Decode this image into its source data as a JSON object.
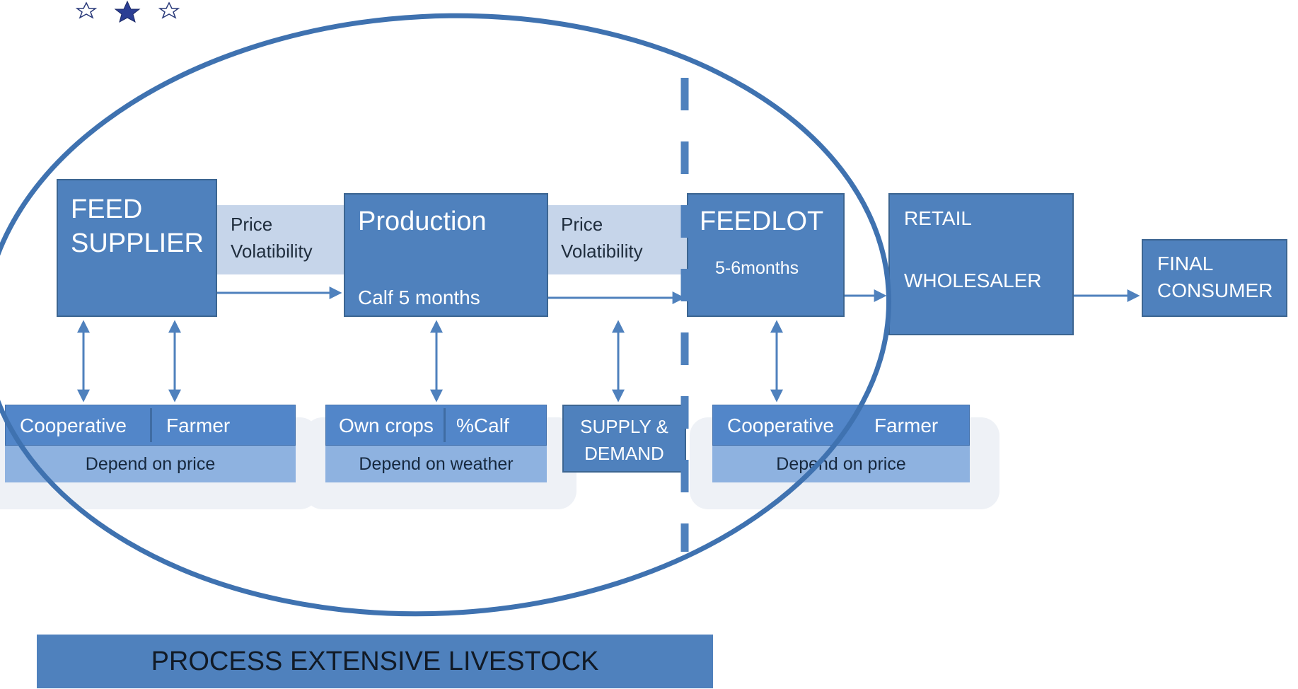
{
  "boxes": {
    "feed_supplier": "FEED\nSUPPLIER",
    "production": {
      "title": "Production",
      "subtitle": "Calf 5 months"
    },
    "feedlot": {
      "title": "FEEDLOT",
      "subtitle": "5-6months"
    },
    "retail": {
      "line1": "RETAIL",
      "line2": "WHOLESALER"
    },
    "final_consumer": "FINAL\nCONSUMER"
  },
  "price_bands": [
    "Price\nVolatibility",
    "Price\nVolatibility"
  ],
  "groups": {
    "feed_supplier": {
      "items": [
        "Cooperative",
        "Farmer"
      ],
      "note": "Depend on price"
    },
    "production": {
      "items": [
        "Own crops",
        "%Calf"
      ],
      "note": "Depend on weather"
    },
    "supply": "SUPPLY &\nDEMAND",
    "feedlot": {
      "items": [
        "Cooperative",
        "Farmer"
      ],
      "note": "Depend on price"
    }
  },
  "footer": {
    "label": "PROCESS EXTENSIVE LIVESTOCK"
  },
  "colors": {
    "box": "#4f81bd",
    "box_border": "#3c6591",
    "price_band": "#c6d5ea",
    "sub_bar": "#5286c9",
    "depend_bar": "#8eb2e0",
    "connector": "#4f81bd",
    "ellipse": "#3f72b0",
    "ghost": "#eef1f6"
  },
  "icons": [
    "star-icon",
    "star-icon",
    "star-icon"
  ]
}
